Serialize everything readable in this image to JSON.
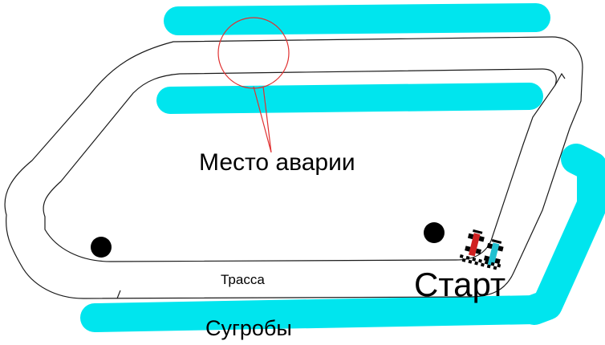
{
  "labels": {
    "accident_site": "Место аварии",
    "track": "Трасса",
    "start": "Старт",
    "snowdrifts": "Сугробы"
  },
  "colors": {
    "snowdrift": "#00e5ee",
    "accident_marker": "#e03030",
    "track_line": "#1a1a1a",
    "obstacle": "#000000",
    "car_body_red": "#d02020",
    "car_body_cyan": "#20c0d0"
  },
  "icons": {
    "obstacles": [
      "obstacle-circle",
      "obstacle-circle"
    ],
    "cars": [
      "race-car-icon",
      "race-car-icon"
    ]
  }
}
